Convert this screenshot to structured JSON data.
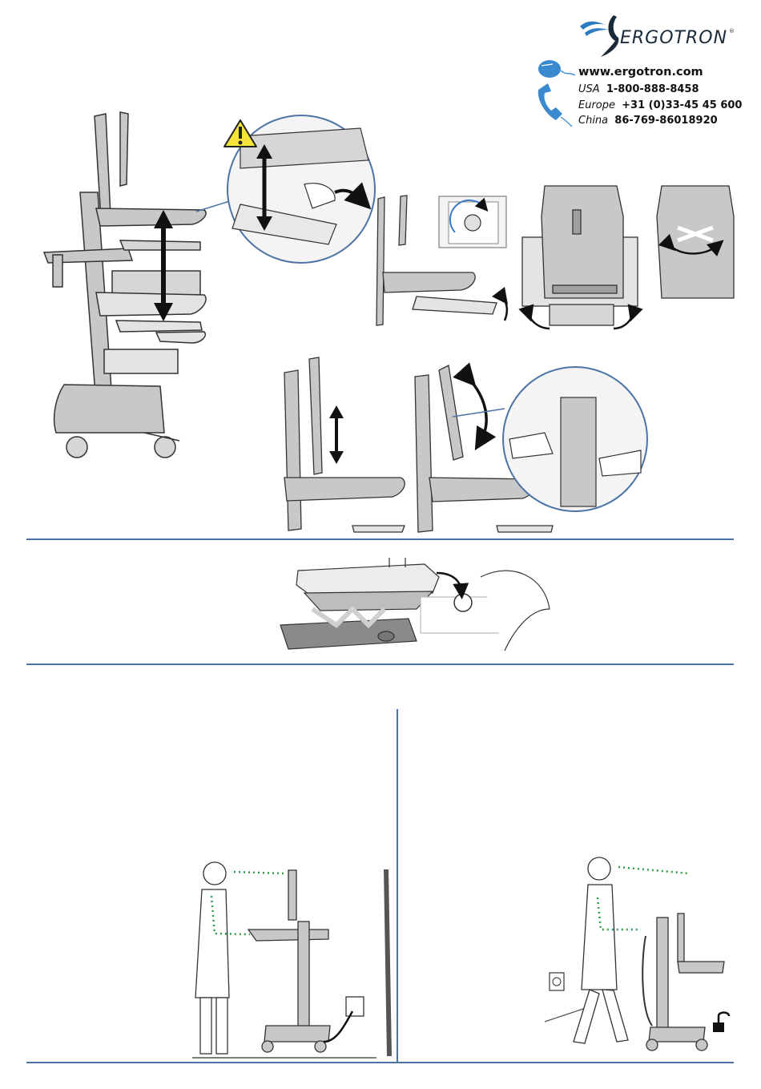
{
  "header": {
    "brand": "ERGOTRON",
    "registered_mark": "®",
    "website": "www.ergotron.com",
    "contacts": [
      {
        "region": "USA",
        "number": "1-800-888-8458"
      },
      {
        "region": "Europe",
        "number": "+31 (0)33-45 45 600"
      },
      {
        "region": "China",
        "number": "86-769-86018920"
      }
    ]
  },
  "colors": {
    "accent_blue": "#4b73a6",
    "cart_gray": "#c8c8c8",
    "outline": "#333333",
    "warning_yellow": "#f5e43a",
    "posture_green": "#2e9a4a"
  },
  "icons": [
    "ergotron-logo-icon",
    "mouse-icon",
    "phone-icon",
    "warning-icon",
    "lock-icon",
    "outlet-icon"
  ]
}
